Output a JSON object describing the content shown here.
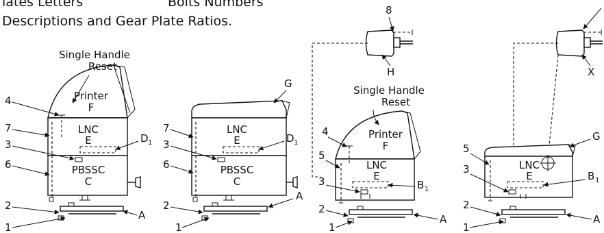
{
  "header": {
    "line1_left": "lates Letters",
    "line1_right": "Bolts Numbers",
    "line2": "Descriptions and Gear Plate Ratios."
  },
  "labels": {
    "single_handle_reset_line1": "Single Handle",
    "single_handle_reset_line2": "Reset",
    "printer": "Printer",
    "F": "F",
    "G": "G",
    "LNC": "LNC",
    "E": "E",
    "PBSSC": "PBSSC",
    "C": "C",
    "D": "D",
    "B": "B",
    "sub1": "1",
    "A": "A",
    "H": "H",
    "X": "X"
  },
  "numbers": {
    "n1": "1",
    "n2": "2",
    "n3": "3",
    "n4": "4",
    "n5": "5",
    "n6": "6",
    "n7": "7",
    "n8": "8"
  }
}
